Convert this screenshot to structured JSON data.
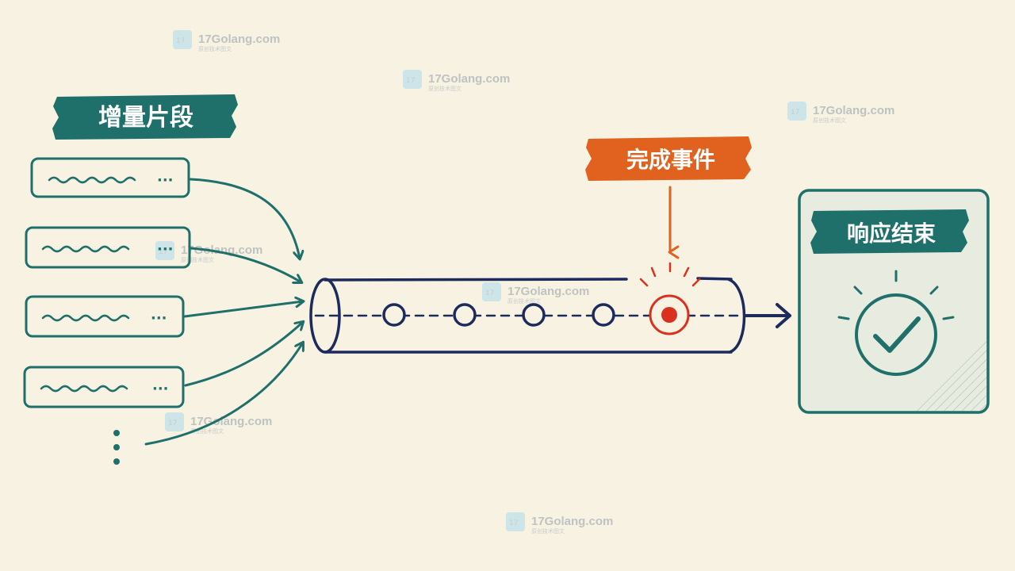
{
  "labels": {
    "fragments": "增量片段",
    "done_event": "完成事件",
    "response_end": "响应结束"
  },
  "fragments": {
    "count": 4,
    "ellipsis": "···",
    "more": "⋮"
  },
  "pipe": {
    "node_count": 4,
    "event_marker": "red-dot"
  },
  "watermark": {
    "text": "17Golang.com",
    "sub": "原创技术图文"
  },
  "colors": {
    "background": "#f8f2e3",
    "teal": "#1f6f6b",
    "navy": "#1c2a5c",
    "orange": "#e0621e",
    "red": "#d8321f",
    "card_bg": "#e8ece0"
  },
  "icons": [
    "checkmark-icon",
    "arrow-right-icon",
    "burst-icon"
  ]
}
